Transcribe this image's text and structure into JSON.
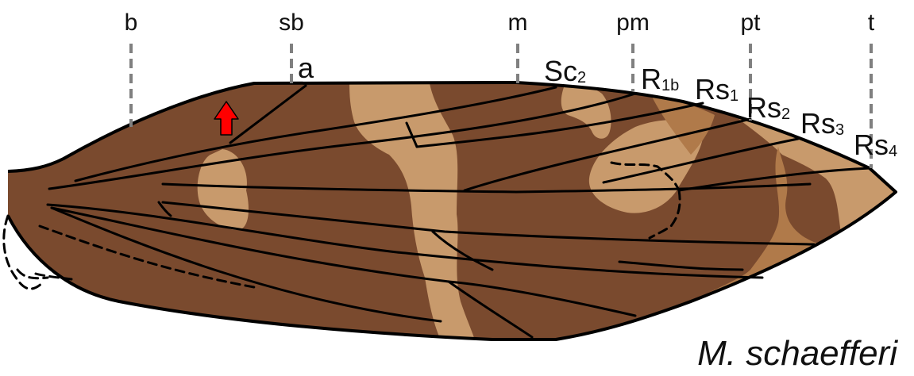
{
  "figure": {
    "species_name": "M. schaefferi",
    "position_markers": [
      "b",
      "sb",
      "m",
      "pm",
      "pt",
      "t"
    ],
    "vein_labels": {
      "a": "a",
      "sc2": {
        "base": "Sc",
        "sub": "2"
      },
      "r1b": {
        "base": "R",
        "sub": "1b"
      },
      "rs1": {
        "base": "Rs",
        "sub": "1"
      },
      "rs2": {
        "base": "Rs",
        "sub": "2"
      },
      "rs3": {
        "base": "Rs",
        "sub": "3"
      },
      "rs4": {
        "base": "Rs",
        "sub": "4"
      }
    },
    "colors": {
      "wing_dark": "#7a4a2e",
      "wing_light": "#c89a6c",
      "wing_mid": "#b07a4a",
      "vein": "#000000",
      "marker_dash": "#808080",
      "arrow": "#ff0000"
    },
    "icons": {
      "arrow": "red-up-arrow"
    }
  }
}
